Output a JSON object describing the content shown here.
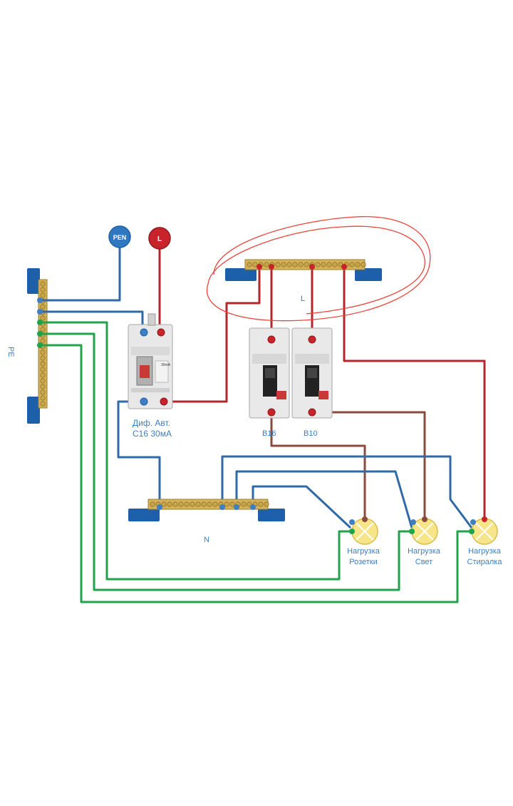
{
  "colors": {
    "phase": "#b3262b",
    "neutral": "#2f6aa6",
    "earth": "#22a24a",
    "load_wire": "#8a4b3f",
    "bus_blue": "#1d5fa8",
    "brass": "#d3b25a",
    "label": "#3d7fbf",
    "highlight": "#e8463c"
  },
  "terminals": {
    "pen": "PEN",
    "l": "L"
  },
  "buses": {
    "pe": "PE",
    "l": "L",
    "n": "N"
  },
  "rcbo": {
    "name": "Диф. Авт.",
    "rating": "С16 30мА",
    "face_text": "30mA"
  },
  "breakers": [
    {
      "label": "В16"
    },
    {
      "label": "В10"
    }
  ],
  "loads": [
    {
      "line1": "Нагрузка",
      "line2": "Розетки"
    },
    {
      "line1": "Нагрузка",
      "line2": "Свет"
    },
    {
      "line1": "Нагрузка",
      "line2": "Стиралка"
    }
  ]
}
